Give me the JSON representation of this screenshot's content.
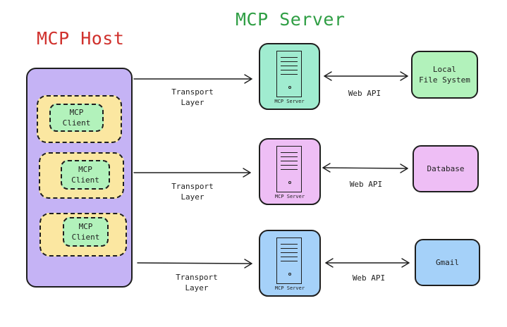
{
  "host": {
    "title": "MCP Host",
    "clients": [
      {
        "label": "MCP\nClient"
      },
      {
        "label": "MCP\nClient"
      },
      {
        "label": "MCP\nClient"
      }
    ]
  },
  "server_title": "MCP Server",
  "rows": [
    {
      "transport_label": "Transport\nLayer",
      "server_label": "MCP Server",
      "api_label": "Web API",
      "target_label": "Local\nFile System"
    },
    {
      "transport_label": "Transport\nLayer",
      "server_label": "MCP Server",
      "api_label": "Web API",
      "target_label": "Database"
    },
    {
      "transport_label": "Transport\nLayer",
      "server_label": "MCP Server",
      "api_label": "Web API",
      "target_label": "Gmail"
    }
  ],
  "colors": {
    "host_title": "#d0312d",
    "server_title": "#2f9e44",
    "host_fill": "#c5b3f5",
    "client_outer_fill": "#fbe7a1",
    "client_inner_fill": "#b2f2bb",
    "server_fills": [
      "#a0ecd0",
      "#eebef5",
      "#a5d1f9"
    ],
    "target_fills": [
      "#b2f2bb",
      "#eebef5",
      "#a5d1f9"
    ]
  }
}
